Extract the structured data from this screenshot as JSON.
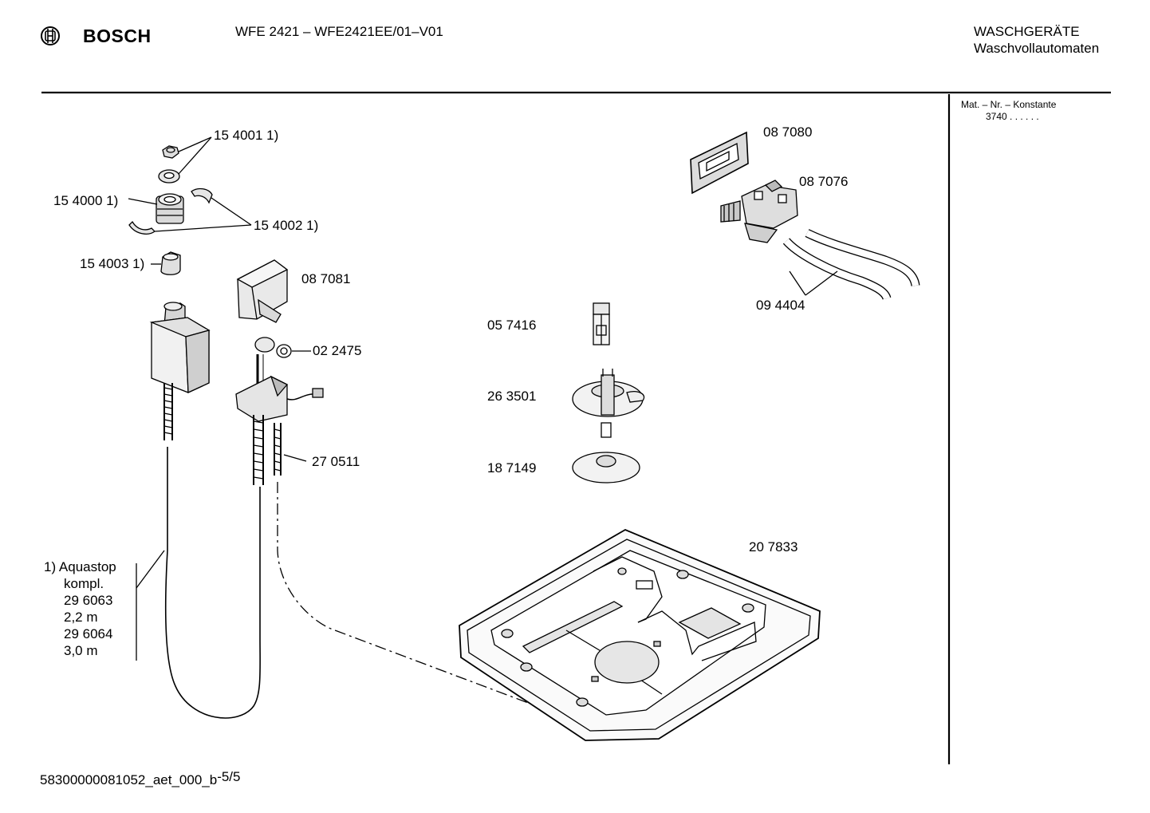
{
  "header": {
    "brand": "BOSCH",
    "model": "WFE 2421 – WFE2421EE/01–V01",
    "category": "WASCHGERÄTE",
    "subcategory": "Waschvollautomaten"
  },
  "sidebar": {
    "const_label": "Mat. – Nr. – Konstante",
    "const_value": "3740 . .  . . . ."
  },
  "parts": {
    "p154001": "15 4001 1)",
    "p154000": "15 4000 1)",
    "p154002": "15 4002 1)",
    "p154003": "15 4003 1)",
    "p087081": "08 7081",
    "p022475": "02 2475",
    "p270511": "27 0511",
    "p087080": "08 7080",
    "p087076": "08 7076",
    "p094404": "09 4404",
    "p057416": "05 7416",
    "p263501": "26 3501",
    "p187149": "18 7149",
    "p207833": "20 7833"
  },
  "note": {
    "lines": [
      "1) Aquastop",
      "kompl.",
      "29 6063",
      "2,2 m",
      "29 6064",
      "3,0 m"
    ]
  },
  "footer": {
    "doc_id": "58300000081052_aet_000_b",
    "page": "-5/5"
  }
}
